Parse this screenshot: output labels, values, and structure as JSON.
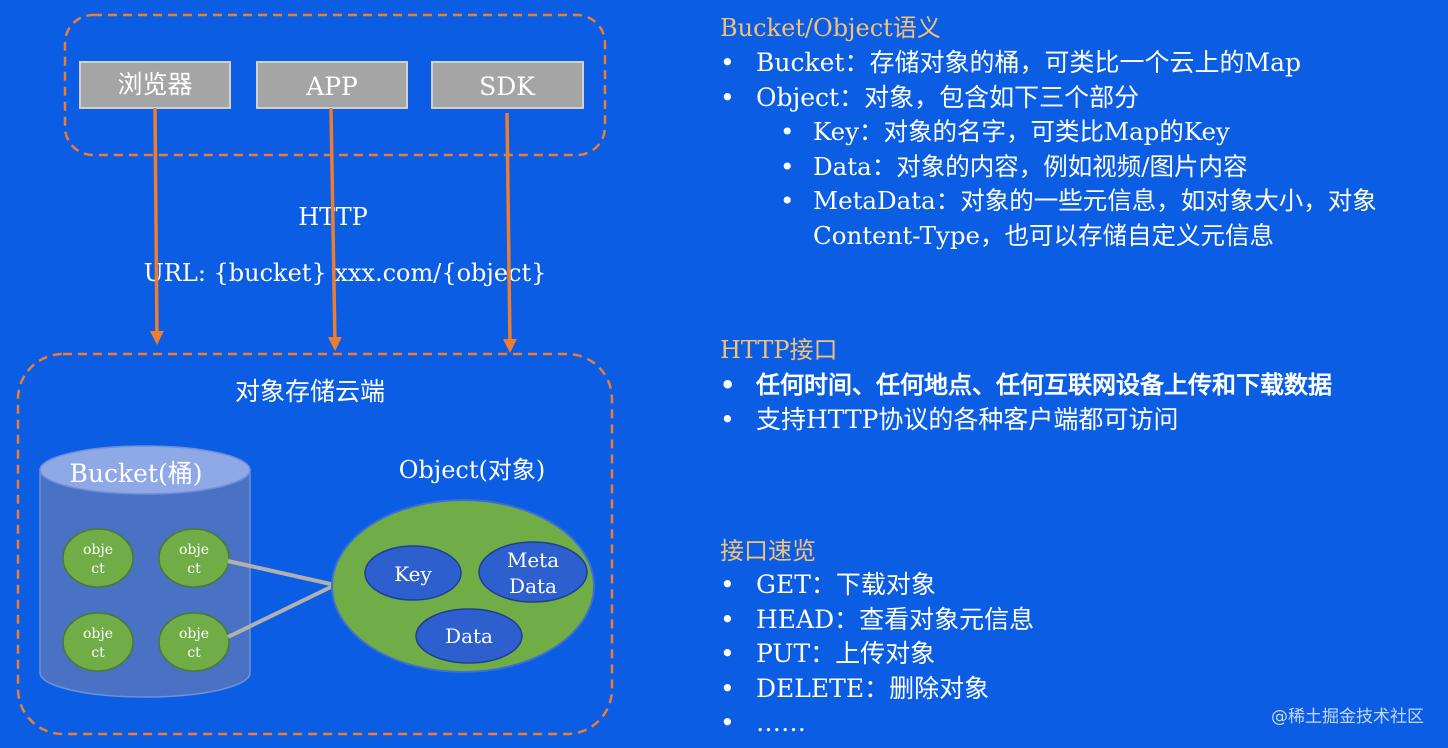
{
  "colors": {
    "background": "#0b5de4",
    "arrow": "#ed7d31",
    "client_box": "#a5a5a5",
    "bucket_fill": "#4a72c4",
    "object_green": "#70ad47",
    "field_blue": "#2e5fcf",
    "title_gold": "#f3c27a"
  },
  "diagram": {
    "clients": [
      "浏览器",
      "APP",
      "SDK"
    ],
    "protocol": "HTTP",
    "url": "URL: {bucket} xxx.com/{object}",
    "cloud_title": "对象存储云端",
    "bucket_label": "Bucket(桶)",
    "object_items": [
      [
        "obje",
        "ct"
      ],
      [
        "obje",
        "ct"
      ],
      [
        "obje",
        "ct"
      ],
      [
        "obje",
        "ct"
      ]
    ],
    "object_label": "Object(对象)",
    "fields": {
      "key": "Key",
      "meta_line1": "Meta",
      "meta_line2": "Data",
      "data": "Data"
    }
  },
  "semantics": {
    "title": "Bucket/Object语义",
    "items": [
      "Bucket：存储对象的桶，可类比一个云上的Map",
      "Object：对象，包含如下三个部分"
    ],
    "subitems": [
      "Key：对象的名字，可类比Map的Key",
      "Data：对象的内容，例如视频/图片内容",
      "MetaData：对象的一些元信息，如对象大小，对象Content-Type，也可以存储自定义元信息"
    ]
  },
  "http": {
    "title": "HTTP接口",
    "items": [
      "任何时间、任何地点、任何互联网设备上传和下载数据",
      "支持HTTP协议的各种客户端都可访问"
    ]
  },
  "overview": {
    "title": "接口速览",
    "items": [
      "GET：下载对象",
      "HEAD：查看对象元信息",
      "PUT：上传对象",
      "DELETE：删除对象",
      "……"
    ]
  },
  "watermark": "@稀土掘金技术社区"
}
